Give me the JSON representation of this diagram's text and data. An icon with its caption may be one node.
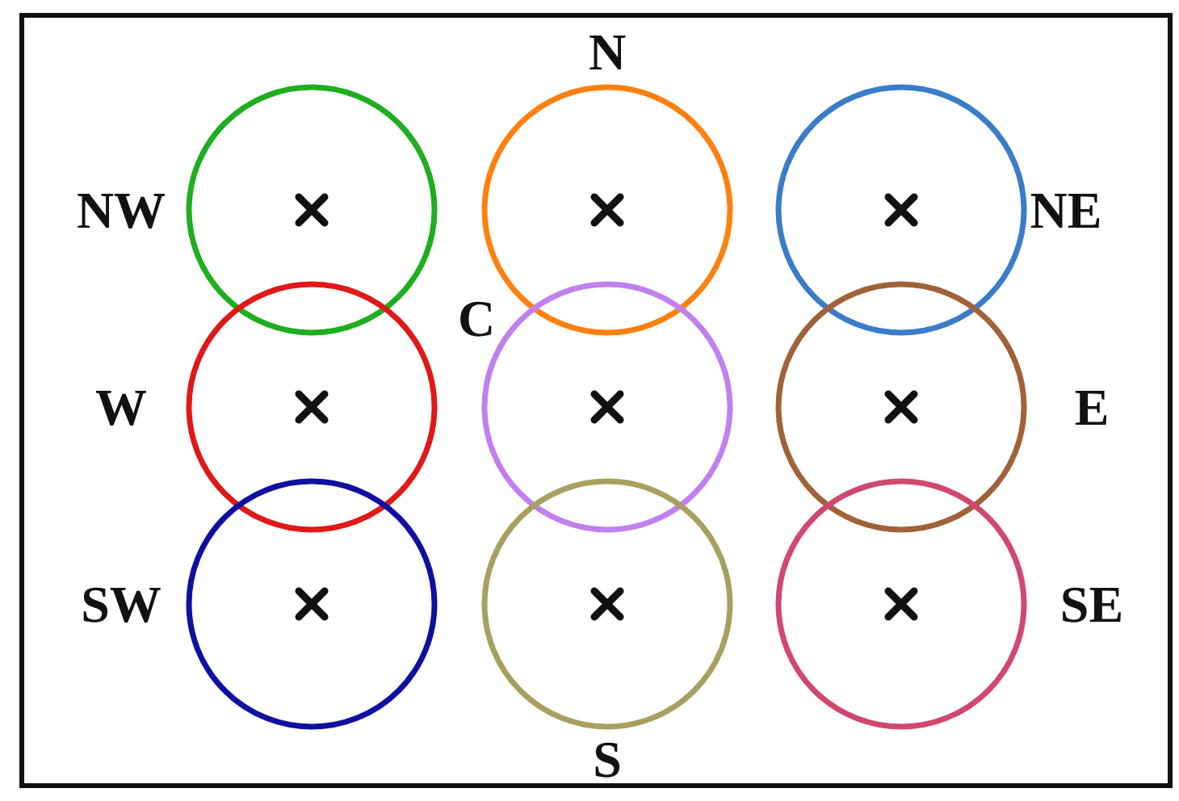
{
  "diagram": {
    "nodes": [
      {
        "text": [],
        "shape": "circle",
        "beside": [
          "NW"
        ]
      },
      {
        "text": [],
        "shape": "circle",
        "beside": [
          "N"
        ]
      },
      {
        "text": [],
        "shape": "circle",
        "beside": [
          "NE"
        ]
      },
      {
        "text": [],
        "shape": "circle",
        "beside": [
          "W"
        ]
      },
      {
        "text": [],
        "shape": "circle",
        "beside": [
          "C"
        ]
      },
      {
        "text": [],
        "shape": "circle",
        "beside": [
          "E"
        ]
      },
      {
        "text": [],
        "shape": "circle",
        "beside": [
          "SW"
        ]
      },
      {
        "text": [],
        "shape": "circle",
        "beside": [
          "S"
        ]
      },
      {
        "text": [],
        "shape": "circle",
        "beside": [
          "SE"
        ]
      }
    ],
    "edges": []
  }
}
